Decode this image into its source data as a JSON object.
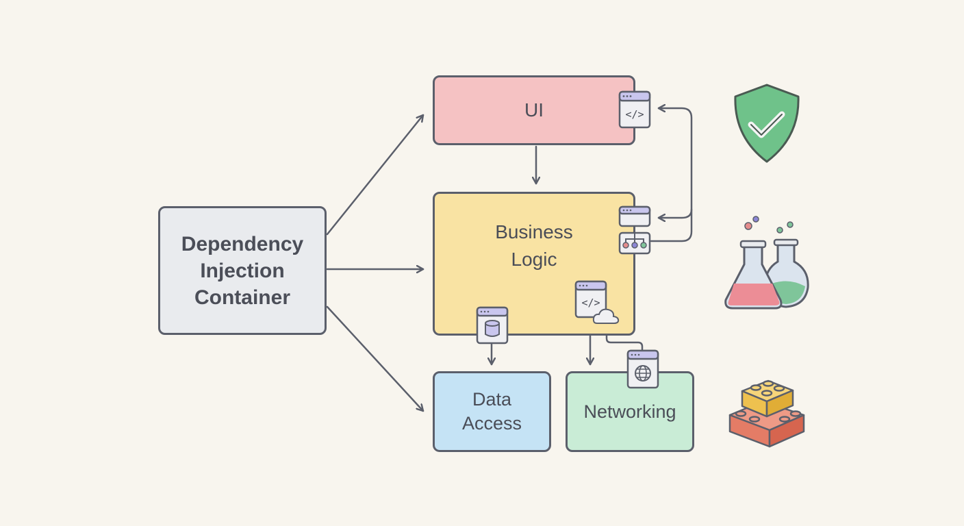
{
  "boxes": {
    "di": "Dependency\nInjection\nContainer",
    "ui": "UI",
    "business_logic": "Business\nLogic",
    "data_access": "Data\nAccess",
    "networking": "Networking"
  },
  "colors": {
    "di": "#e9ebee",
    "ui": "#f5c2c3",
    "business_logic": "#f9e3a3",
    "data_access": "#c5e3f5",
    "networking": "#c9ecd6",
    "stroke": "#5b5f6b",
    "background": "#f8f5ee"
  },
  "icons": [
    "code-window-icon",
    "module-window-icon",
    "database-window-icon",
    "cloud-code-window-icon",
    "globe-window-icon",
    "shield-check-icon",
    "flasks-icon",
    "building-blocks-icon"
  ],
  "code_glyph": "</>"
}
